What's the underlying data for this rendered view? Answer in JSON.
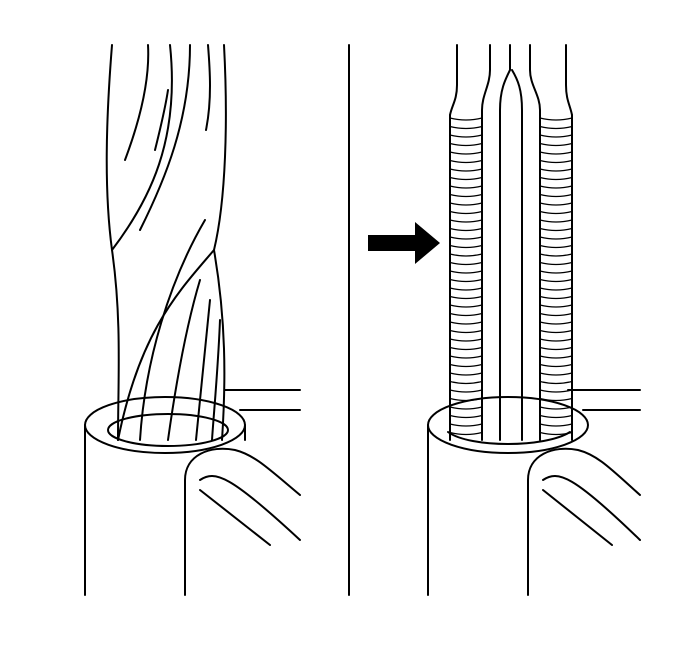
{
  "figure": {
    "panels": [
      "twisted-wire",
      "ridged-shank"
    ],
    "indicator_icon": "right-arrow",
    "line_color": "#000000",
    "background_color": "#ffffff"
  }
}
